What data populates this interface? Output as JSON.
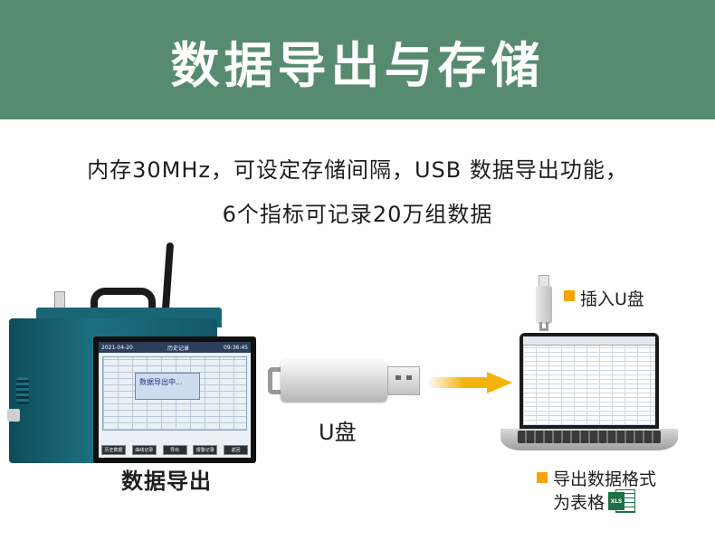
{
  "banner": {
    "title": "数据导出与存储"
  },
  "description": {
    "line1": "内存30MHz，可设定存储间隔，USB 数据导出功能，",
    "line2": "6个指标可记录20万组数据"
  },
  "device": {
    "caption": "数据导出",
    "screen_title": "历史记录",
    "screen_left": "2021-04-20",
    "screen_right": "09:36:45",
    "popup_text": "数据导出中...",
    "buttons": [
      "历史数据",
      "曲线记录",
      "导出",
      "报警记录",
      "返回"
    ]
  },
  "usb": {
    "label": "U盘"
  },
  "computer": {
    "insert_label": "插入U盘",
    "export_line1": "导出数据格式",
    "export_line2": "为表格",
    "xls_badge": "XLS"
  },
  "colors": {
    "banner": "#568b6f",
    "accent": "#f5a30a",
    "arrow": "#f5b20a",
    "device": "#1d6f80",
    "excel": "#1e7145"
  }
}
